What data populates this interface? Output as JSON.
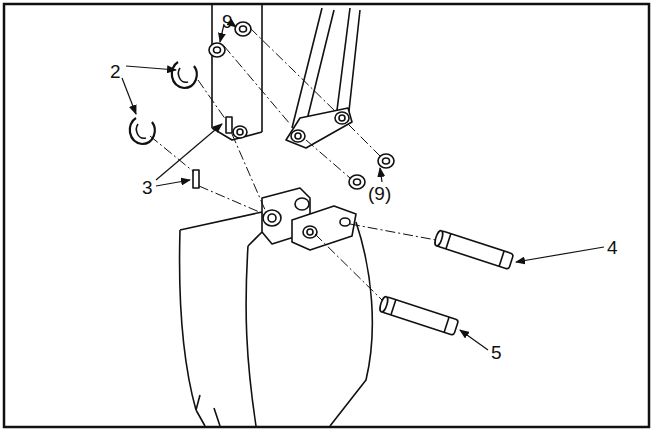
{
  "diagram": {
    "labels": [
      "9",
      "2",
      "3",
      "(9)",
      "4",
      "5"
    ]
  }
}
